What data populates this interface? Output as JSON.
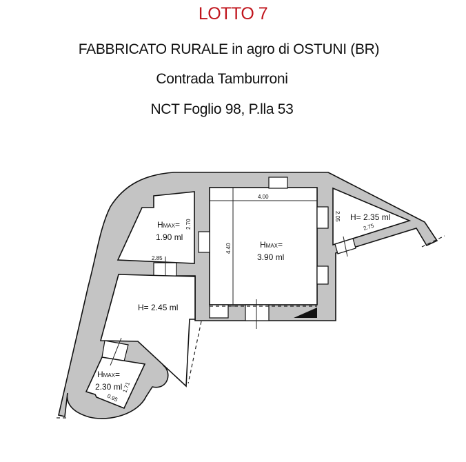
{
  "header": {
    "lot": "LOTTO 7",
    "building": "FABBRICATO RURALE in agro di OSTUNI (BR)",
    "locality": "Contrada Tamburroni",
    "cadastral": "NCT Foglio 98, P.lla 53"
  },
  "colors": {
    "title_red": "#c0141c",
    "wall_gray": "#c4c4c4",
    "text": "#111111"
  },
  "rooms": [
    {
      "id": "top-left",
      "label_h": "HMAX=",
      "label_v": "1.90 ml",
      "dims": [
        "2.70",
        "2.85"
      ]
    },
    {
      "id": "central",
      "label_h": "HMAX=",
      "label_v": "3.90 ml",
      "dims": [
        "4.00",
        "4.40"
      ]
    },
    {
      "id": "right-triangle",
      "label": "H= 2.35 ml",
      "dims": [
        "2.05",
        "2.75"
      ]
    },
    {
      "id": "left-lower",
      "label": "H= 2.45 ml"
    },
    {
      "id": "small-bottom",
      "label_h": "HMAX=",
      "label_v": "2.30 ml",
      "dims": [
        "1.71",
        "0.95"
      ]
    }
  ],
  "labels": {
    "hmax_prefix": "H",
    "hmax_sub": "MAX",
    "hmax_eq": "=",
    "room_tl_value": "1.90 ml",
    "room_c_value": "3.90 ml",
    "room_r": "H= 2.35 ml",
    "room_ll": "H= 2.45 ml",
    "room_sb_value": "2.30 ml",
    "dim_400": "4.00",
    "dim_440": "4.40",
    "dim_270": "2.70",
    "dim_285": "2.85",
    "dim_205": "2.05",
    "dim_275": "2.75",
    "dim_171": "1.71",
    "dim_095": "0.95"
  }
}
